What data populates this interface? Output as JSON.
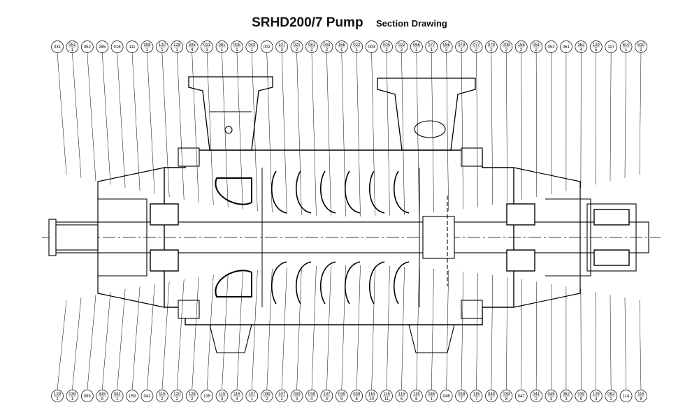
{
  "title": "SRHD200/7 Pump",
  "subtitle": "Section Drawing",
  "top_callouts": [
    {
      "code": "031",
      "qty": ""
    },
    {
      "code": "051",
      "qty": "1"
    },
    {
      "code": "052",
      "qty": ""
    },
    {
      "code": "285",
      "qty": ""
    },
    {
      "code": "016",
      "qty": ""
    },
    {
      "code": "111",
      "qty": ""
    },
    {
      "code": "308",
      "qty": "1"
    },
    {
      "code": "120",
      "qty": "1"
    },
    {
      "code": "128",
      "qty": "1"
    },
    {
      "code": "305",
      "qty": "4"
    },
    {
      "code": "021",
      "qty": "1"
    },
    {
      "code": "081",
      "qty": "1"
    },
    {
      "code": "005",
      "qty": "1"
    },
    {
      "code": "043",
      "qty": "1"
    },
    {
      "code": "002",
      "qty": ""
    },
    {
      "code": "107",
      "qty": "3"
    },
    {
      "code": "021",
      "qty": "2"
    },
    {
      "code": "081",
      "qty": "2"
    },
    {
      "code": "043",
      "qty": "2"
    },
    {
      "code": "156",
      "qty": "1"
    },
    {
      "code": "022",
      "qty": "1"
    },
    {
      "code": "003",
      "qty": ""
    },
    {
      "code": "005",
      "qty": "2"
    },
    {
      "code": "022",
      "qty": "2"
    },
    {
      "code": "066",
      "qty": "1"
    },
    {
      "code": "077",
      "qty": "1"
    },
    {
      "code": "086",
      "qty": "2"
    },
    {
      "code": "079",
      "qty": "1"
    },
    {
      "code": "077",
      "qty": "2"
    },
    {
      "code": "079",
      "qty": "2"
    },
    {
      "code": "008",
      "qty": "2"
    },
    {
      "code": "156",
      "qty": "2"
    },
    {
      "code": "051",
      "qty": "2"
    },
    {
      "code": "052",
      "qty": ""
    },
    {
      "code": "061",
      "qty": ""
    },
    {
      "code": "362",
      "qty": "4"
    },
    {
      "code": "129",
      "qty": "5"
    },
    {
      "code": "117",
      "qty": ""
    },
    {
      "code": "610",
      "qty": "1"
    },
    {
      "code": "610",
      "qty": "2"
    }
  ],
  "bottom_callouts": [
    {
      "code": "129",
      "qty": "1"
    },
    {
      "code": "039",
      "qty": "1"
    },
    {
      "code": "093",
      "qty": ""
    },
    {
      "code": "415",
      "qty": "9"
    },
    {
      "code": "041",
      "qty": "1"
    },
    {
      "code": "159",
      "qty": ""
    },
    {
      "code": "042",
      "qty": ""
    },
    {
      "code": "115",
      "qty": "2"
    },
    {
      "code": "120",
      "qty": "2"
    },
    {
      "code": "128",
      "qty": "2"
    },
    {
      "code": "135",
      "qty": ""
    },
    {
      "code": "115",
      "qty": "3"
    },
    {
      "code": "115",
      "qty": "4"
    },
    {
      "code": "107",
      "qty": "1"
    },
    {
      "code": "039",
      "qty": "2"
    },
    {
      "code": "107",
      "qty": "2"
    },
    {
      "code": "039",
      "qty": "3"
    },
    {
      "code": "039",
      "qty": "4"
    },
    {
      "code": "107",
      "qty": "4"
    },
    {
      "code": "039",
      "qty": "5"
    },
    {
      "code": "039",
      "qty": "6"
    },
    {
      "code": "115",
      "qty": "10"
    },
    {
      "code": "115",
      "qty": "11"
    },
    {
      "code": "115",
      "qty": "5"
    },
    {
      "code": "115",
      "qty": "6"
    },
    {
      "code": "045",
      "qty": "1"
    },
    {
      "code": "046",
      "qty": ""
    },
    {
      "code": "039",
      "qty": "7"
    },
    {
      "code": "115",
      "qty": "7"
    },
    {
      "code": "049",
      "qty": "2"
    },
    {
      "code": "039",
      "qty": "8"
    },
    {
      "code": "047",
      "qty": ""
    },
    {
      "code": "041",
      "qty": "2"
    },
    {
      "code": "045",
      "qty": "3"
    },
    {
      "code": "062",
      "qty": "3"
    },
    {
      "code": "039",
      "qty": "9"
    },
    {
      "code": "129",
      "qty": "4"
    },
    {
      "code": "062",
      "qty": "2"
    },
    {
      "code": "114",
      "qty": ""
    },
    {
      "code": "115",
      "qty": "8"
    }
  ]
}
